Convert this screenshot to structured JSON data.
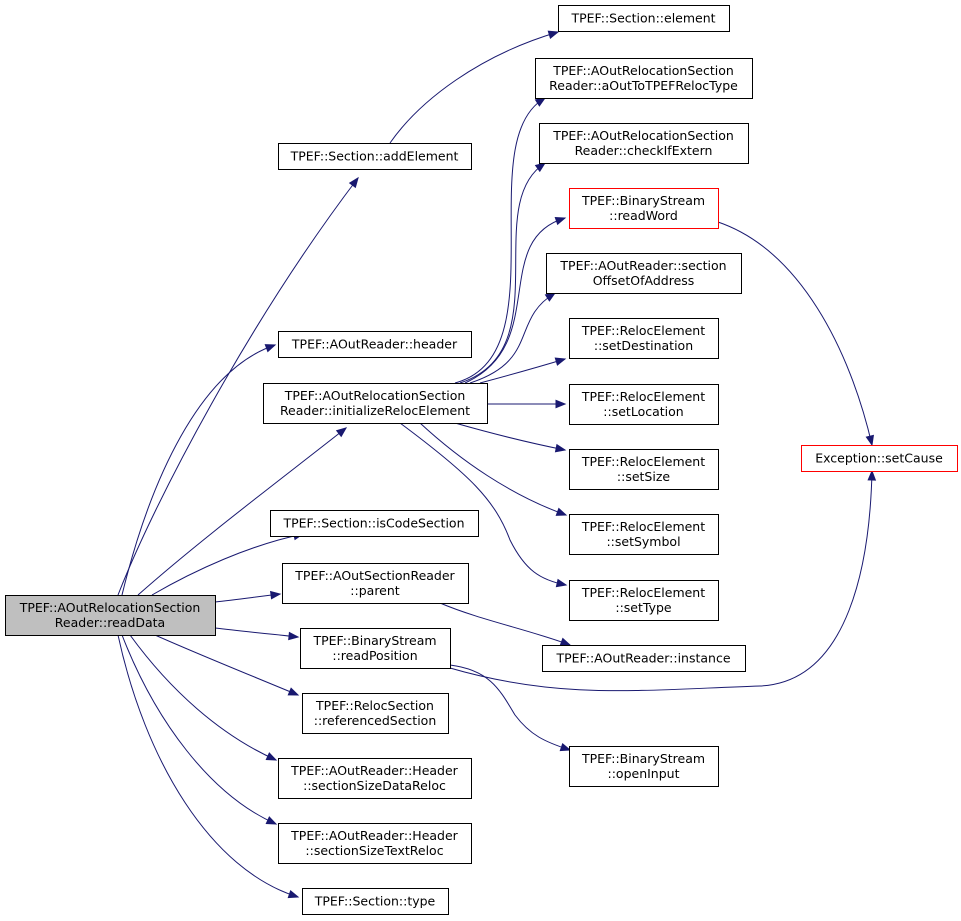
{
  "diagram": {
    "nodes": [
      {
        "id": "readData",
        "lines": [
          "TPEF::AOutRelocationSection",
          "Reader::readData"
        ],
        "style": "root"
      },
      {
        "id": "element",
        "lines": [
          "TPEF::Section::element"
        ],
        "style": "normal"
      },
      {
        "id": "aOutToTPEFRelocType",
        "lines": [
          "TPEF::AOutRelocationSection",
          "Reader::aOutToTPEFRelocType"
        ],
        "style": "normal"
      },
      {
        "id": "checkIfExtern",
        "lines": [
          "TPEF::AOutRelocationSection",
          "Reader::checkIfExtern"
        ],
        "style": "normal"
      },
      {
        "id": "addElement",
        "lines": [
          "TPEF::Section::addElement"
        ],
        "style": "normal"
      },
      {
        "id": "readWord",
        "lines": [
          "TPEF::BinaryStream",
          "::readWord"
        ],
        "style": "red"
      },
      {
        "id": "sectionOffsetOfAddress",
        "lines": [
          "TPEF::AOutReader::section",
          "OffsetOfAddress"
        ],
        "style": "normal"
      },
      {
        "id": "header",
        "lines": [
          "TPEF::AOutReader::header"
        ],
        "style": "normal"
      },
      {
        "id": "setDestination",
        "lines": [
          "TPEF::RelocElement",
          "::setDestination"
        ],
        "style": "normal"
      },
      {
        "id": "initializeRelocElement",
        "lines": [
          "TPEF::AOutRelocationSection",
          "Reader::initializeRelocElement"
        ],
        "style": "normal"
      },
      {
        "id": "setLocation",
        "lines": [
          "TPEF::RelocElement",
          "::setLocation"
        ],
        "style": "normal"
      },
      {
        "id": "setSize",
        "lines": [
          "TPEF::RelocElement",
          "::setSize"
        ],
        "style": "normal"
      },
      {
        "id": "setCause",
        "lines": [
          "Exception::setCause"
        ],
        "style": "red"
      },
      {
        "id": "isCodeSection",
        "lines": [
          "TPEF::Section::isCodeSection"
        ],
        "style": "normal"
      },
      {
        "id": "setSymbol",
        "lines": [
          "TPEF::RelocElement",
          "::setSymbol"
        ],
        "style": "normal"
      },
      {
        "id": "parent",
        "lines": [
          "TPEF::AOutSectionReader",
          "::parent"
        ],
        "style": "normal"
      },
      {
        "id": "setType",
        "lines": [
          "TPEF::RelocElement",
          "::setType"
        ],
        "style": "normal"
      },
      {
        "id": "readPosition",
        "lines": [
          "TPEF::BinaryStream",
          "::readPosition"
        ],
        "style": "normal"
      },
      {
        "id": "instance",
        "lines": [
          "TPEF::AOutReader::instance"
        ],
        "style": "normal"
      },
      {
        "id": "referencedSection",
        "lines": [
          "TPEF::RelocSection",
          "::referencedSection"
        ],
        "style": "normal"
      },
      {
        "id": "openInput",
        "lines": [
          "TPEF::BinaryStream",
          "::openInput"
        ],
        "style": "normal"
      },
      {
        "id": "sectionSizeDataReloc",
        "lines": [
          "TPEF::AOutReader::Header",
          "::sectionSizeDataReloc"
        ],
        "style": "normal"
      },
      {
        "id": "sectionSizeTextReloc",
        "lines": [
          "TPEF::AOutReader::Header",
          "::sectionSizeTextReloc"
        ],
        "style": "normal"
      },
      {
        "id": "type",
        "lines": [
          "TPEF::Section::type"
        ],
        "style": "normal"
      }
    ],
    "edges": [
      {
        "from": "readData",
        "to": "addElement"
      },
      {
        "from": "readData",
        "to": "header"
      },
      {
        "from": "readData",
        "to": "initializeRelocElement"
      },
      {
        "from": "readData",
        "to": "isCodeSection"
      },
      {
        "from": "readData",
        "to": "parent"
      },
      {
        "from": "readData",
        "to": "readPosition"
      },
      {
        "from": "readData",
        "to": "referencedSection"
      },
      {
        "from": "readData",
        "to": "sectionSizeDataReloc"
      },
      {
        "from": "readData",
        "to": "sectionSizeTextReloc"
      },
      {
        "from": "readData",
        "to": "type"
      },
      {
        "from": "addElement",
        "to": "element"
      },
      {
        "from": "initializeRelocElement",
        "to": "aOutToTPEFRelocType"
      },
      {
        "from": "initializeRelocElement",
        "to": "checkIfExtern"
      },
      {
        "from": "initializeRelocElement",
        "to": "readWord"
      },
      {
        "from": "initializeRelocElement",
        "to": "sectionOffsetOfAddress"
      },
      {
        "from": "initializeRelocElement",
        "to": "setDestination"
      },
      {
        "from": "initializeRelocElement",
        "to": "setLocation"
      },
      {
        "from": "initializeRelocElement",
        "to": "setSize"
      },
      {
        "from": "initializeRelocElement",
        "to": "setSymbol"
      },
      {
        "from": "initializeRelocElement",
        "to": "setType"
      },
      {
        "from": "readWord",
        "to": "setCause"
      },
      {
        "from": "parent",
        "to": "instance"
      },
      {
        "from": "readPosition",
        "to": "setCause"
      },
      {
        "from": "readPosition",
        "to": "openInput"
      }
    ]
  }
}
